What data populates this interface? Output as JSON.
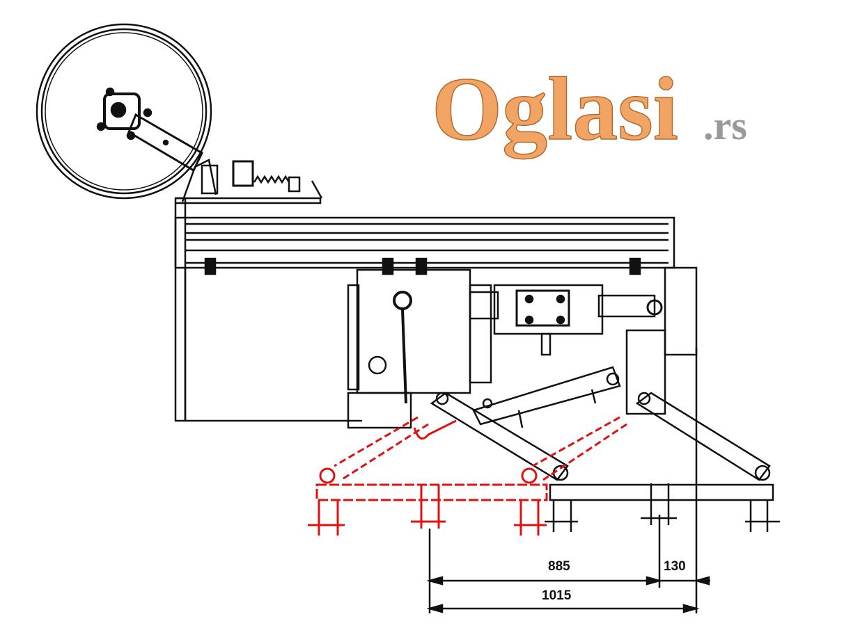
{
  "dimensions": {
    "d1": "885",
    "d2": "130",
    "d3": "1015"
  },
  "watermark": {
    "brand": "Oglasi",
    "suffix": ".rs"
  },
  "colors": {
    "line": "#111111",
    "red": "#e01010",
    "watermark": "#f0a060",
    "suffix": "#999999"
  }
}
